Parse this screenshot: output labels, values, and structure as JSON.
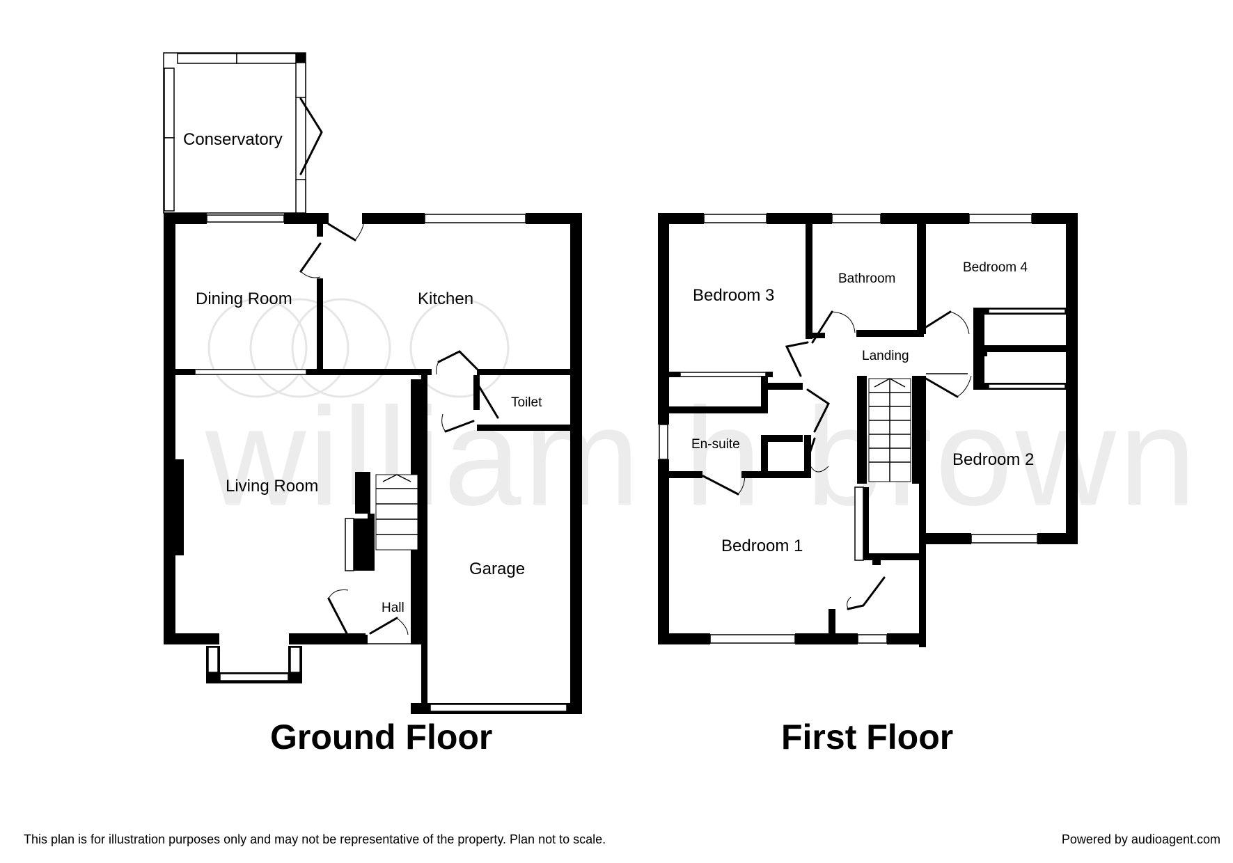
{
  "watermark": {
    "text": "william h brown"
  },
  "ground_floor": {
    "title": "Ground Floor",
    "rooms": {
      "conservatory": "Conservatory",
      "dining_room": "Dining Room",
      "kitchen": "Kitchen",
      "toilet": "Toilet",
      "living_room": "Living Room",
      "hall": "Hall",
      "garage": "Garage"
    }
  },
  "first_floor": {
    "title": "First Floor",
    "rooms": {
      "bedroom_3": "Bedroom 3",
      "bathroom": "Bathroom",
      "bedroom_4": "Bedroom 4",
      "landing": "Landing",
      "en_suite": "En-suite",
      "bedroom_2": "Bedroom 2",
      "bedroom_1": "Bedroom 1"
    }
  },
  "footer": {
    "disclaimer": "This plan is for illustration purposes only and may not be representative of the property. Plan not to scale.",
    "powered_by": "Powered by audioagent.com"
  }
}
